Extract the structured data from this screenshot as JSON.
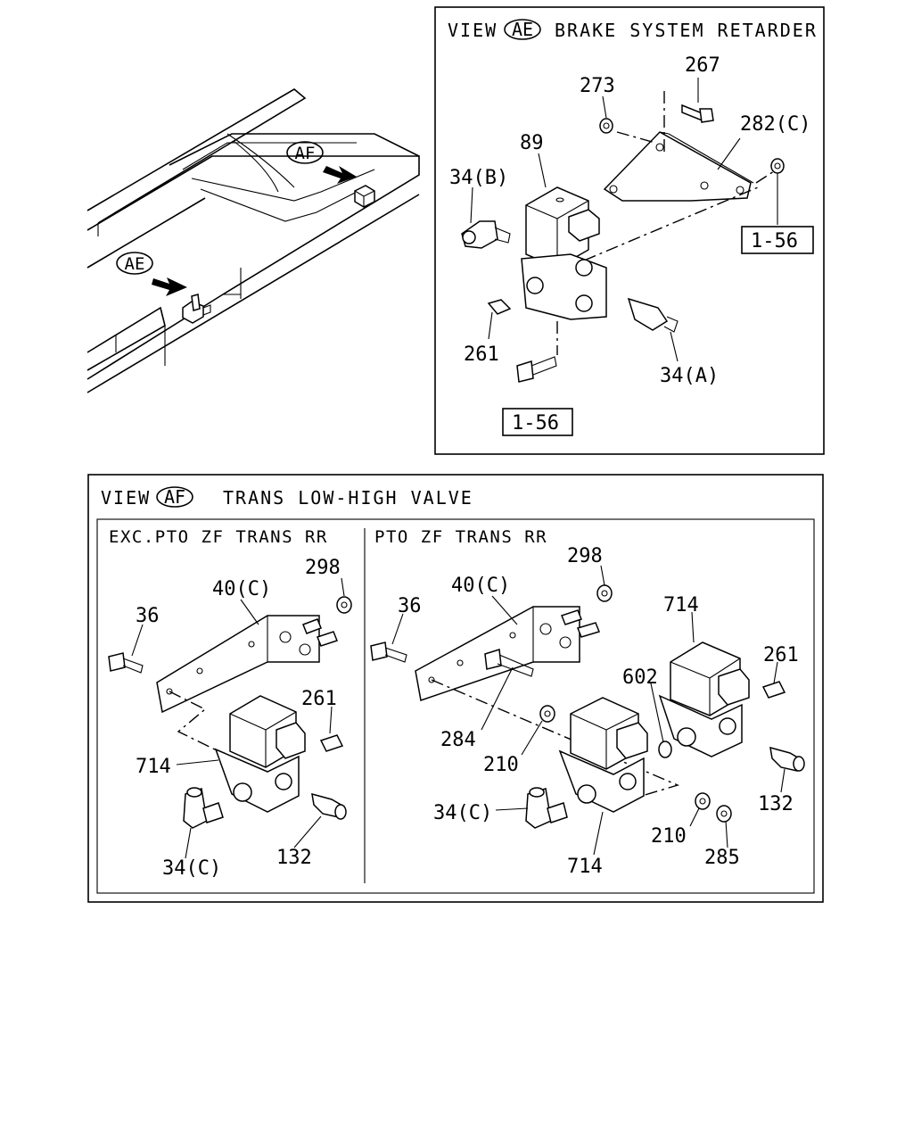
{
  "overview": {
    "callout_ae": "AE",
    "callout_af": "AF"
  },
  "view_ae": {
    "view_word": "VIEW",
    "callout": "AE",
    "title": "BRAKE SYSTEM RETARDER",
    "labels": {
      "p267": "267",
      "p273": "273",
      "p282c": "282(C)",
      "p89": "89",
      "p34b": "34(B)",
      "ref_top": "1-56",
      "p261": "261",
      "p34a": "34(A)",
      "ref_bottom": "1-56"
    }
  },
  "view_af": {
    "view_word": "VIEW",
    "callout": "AF",
    "title": "TRANS LOW-HIGH VALVE",
    "left": {
      "heading": "EXC.PTO ZF TRANS RR",
      "labels": {
        "p298": "298",
        "p40c": "40(C)",
        "p36": "36",
        "p261": "261",
        "p714": "714",
        "p34c": "34(C)",
        "p132": "132"
      }
    },
    "right": {
      "heading": "PTO ZF TRANS RR",
      "labels": {
        "p298": "298",
        "p40c": "40(C)",
        "p36": "36",
        "p714_top": "714",
        "p261": "261",
        "p602": "602",
        "p284": "284",
        "p210_a": "210",
        "p132": "132",
        "p34c": "34(C)",
        "p714_bottom": "714",
        "p210_b": "210",
        "p285": "285"
      }
    }
  }
}
